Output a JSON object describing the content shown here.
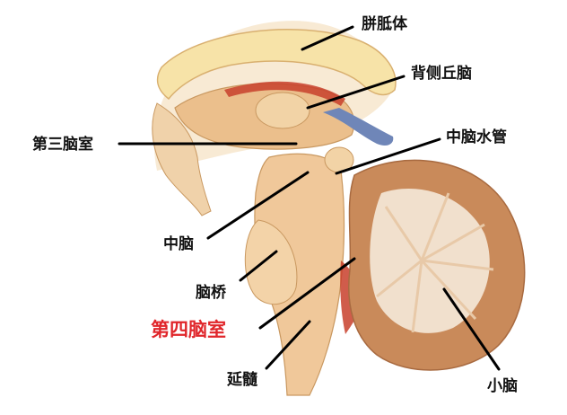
{
  "labels": {
    "corpus_callosum": "胼胝体",
    "dorsal_thalamus": "背侧丘脑",
    "third_ventricle": "第三脑室",
    "cerebral_aqueduct": "中脑水管",
    "midbrain": "中脑",
    "pons": "脑桥",
    "fourth_ventricle": "第四脑室",
    "medulla": "延髓",
    "cerebellum": "小脑"
  },
  "colors": {
    "highlight_label": "#e0262b",
    "label_text": "#111111",
    "leader_line": "#000000",
    "brain_tissue": "#f0c89a",
    "corpus_callosum": "#f7e3a8",
    "ventricle_red": "#c8402c",
    "aqueduct_blue": "#6f86b8",
    "cerebellum_cortex": "#c98a5a",
    "white_matter": "#f8efe2"
  }
}
